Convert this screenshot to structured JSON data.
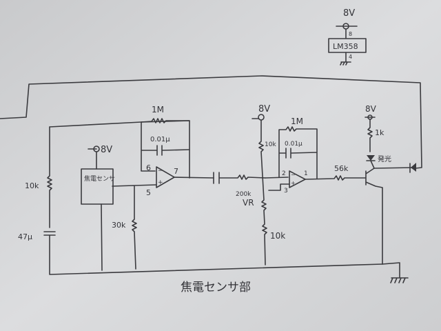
{
  "power": {
    "supply_label": "8V",
    "ic_name": "LM358",
    "vcc_pin": "8",
    "gnd_pin": "4"
  },
  "stage1": {
    "feedback_resistor": "1M",
    "feedback_capacitor": "0.01μ",
    "inverting_pin": "6",
    "noninverting_pin": "5",
    "output_pin": "7",
    "sensor_label": "焦電センサ",
    "divider_resistor": "10k",
    "decoupling_capacitor": "47μ",
    "pulldown_resistor": "30k"
  },
  "stage2": {
    "feedback_resistor": "1M",
    "feedback_capacitor": "0.01μ",
    "inverting_pin": "2",
    "noninverting_pin": "3",
    "output_pin": "1",
    "upper_resistor": "10k",
    "pot_value": "200k",
    "pot_label": "VR",
    "lower_resistor": "10k"
  },
  "driver": {
    "base_resistor": "56k",
    "led_resistor": "1k",
    "led_label": "発光"
  },
  "caption": "焦電センサ部"
}
